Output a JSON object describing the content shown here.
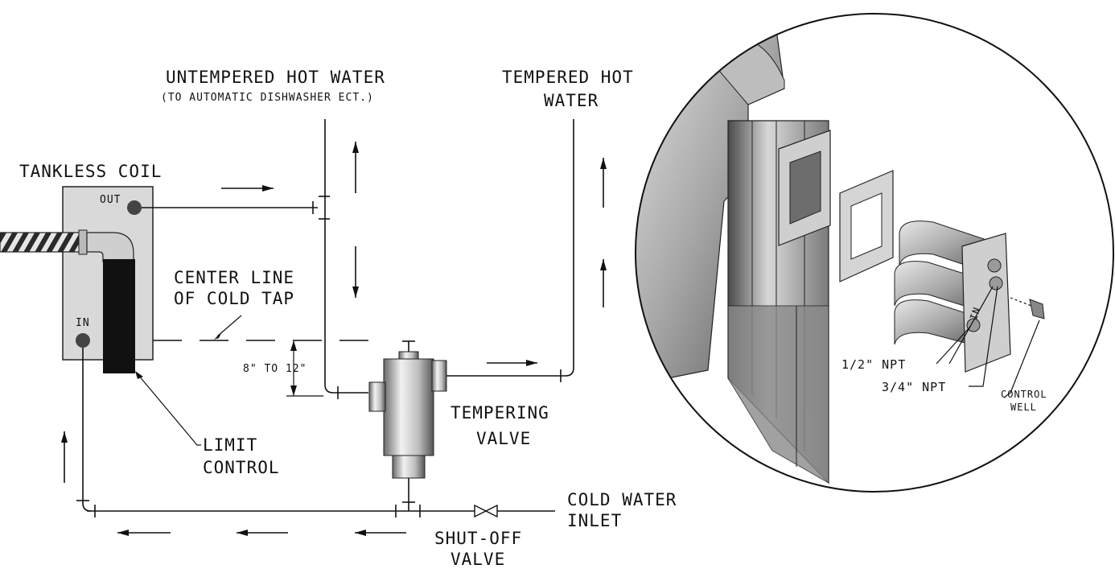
{
  "labels": {
    "untempered_line1": "UNTEMPERED HOT WATER",
    "untempered_line2": "(TO AUTOMATIC DISHWASHER ECT.)",
    "tempered_line1": "TEMPERED HOT",
    "tempered_line2": "WATER",
    "tankless_coil": "TANKLESS COIL",
    "out": "OUT",
    "in": "IN",
    "center_line_1": "CENTER LINE",
    "center_line_2": "OF COLD TAP",
    "distance": "8\" TO 12\"",
    "tempering_1": "TEMPERING",
    "tempering_2": "VALVE",
    "limit_1": "LIMIT",
    "limit_2": "CONTROL",
    "cold_1": "COLD WATER",
    "cold_2": "INLET",
    "shutoff_1": "SHUT-OFF",
    "shutoff_2": "VALVE"
  },
  "detail": {
    "half_npt": "1/2\" NPT",
    "three_quarter_npt": "3/4\" NPT",
    "control_1": "CONTROL",
    "control_2": "WELL",
    "in_mark": "IN"
  }
}
